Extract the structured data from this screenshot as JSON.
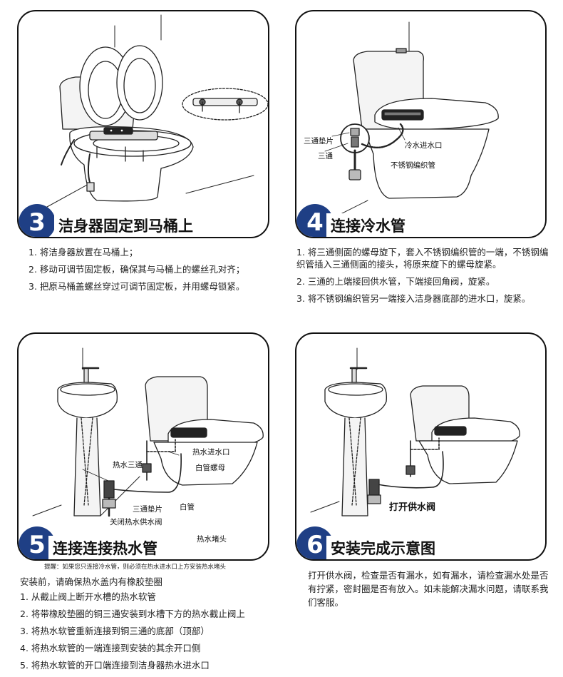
{
  "step3": {
    "number": "3",
    "title": "洁身器固定到马桶上",
    "steps": [
      "1. 将洁身器放置在马桶上；",
      "2. 移动可调节固定板，确保其与马桶上的螺丝孔对齐；",
      "3. 把原马桶盖螺丝穿过可调节固定板，并用螺母锁紧。"
    ]
  },
  "step4": {
    "number": "4",
    "title": "连接冷水管",
    "labels": {
      "tee_gasket": "三通垫片",
      "tee": "三通",
      "cold_inlet": "冷水进水口",
      "braided_hose": "不锈钢编织管"
    },
    "steps": [
      "1. 将三通侧面的螺母旋下，套入不锈钢编织管的一端，不锈钢编织管插入三通侧面的接头，将原来旋下的螺母旋紧。",
      "2. 三通的上端接回供水管，下端接回角阀，旋紧。",
      "3. 将不锈钢编织管另一端接入洁身器底部的进水口，旋紧。"
    ]
  },
  "step5": {
    "number": "5",
    "title": "连接连接热水管",
    "labels": {
      "hot_tee": "热水三通",
      "hot_inlet": "热水进水口",
      "white_nut": "白管螺母",
      "white_pipe": "白管",
      "tee_gasket": "三通垫片",
      "close_hot_valve": "关闭热水供水阀",
      "hot_plug": "热水堵头"
    },
    "note": "提醒：如果您只连接冷水管，则必须在热水进水口上方安装热水堵头",
    "intro": "安装前，请确保热水盖内有橡胶垫圈",
    "steps": [
      "1. 从截止阀上断开水槽的热水软管",
      "2. 将带橡胶垫圈的铜三通安装到水槽下方的热水截止阀上",
      "3. 将热水软管重新连接到铜三通的底部（顶部）",
      "4. 将热水软管的一端连接到安装的其余开口侧",
      "5. 将热水软管的开口端连接到洁身器热水进水口"
    ]
  },
  "step6": {
    "number": "6",
    "title": "安装完成示意图",
    "labels": {
      "open_valve": "打开供水阀"
    },
    "text": "打开供水阀，检查是否有漏水，如有漏水，请检查漏水处是否有拧紧，密封圈是否有放入。如未能解决漏水问题，请联系我们客服。"
  }
}
